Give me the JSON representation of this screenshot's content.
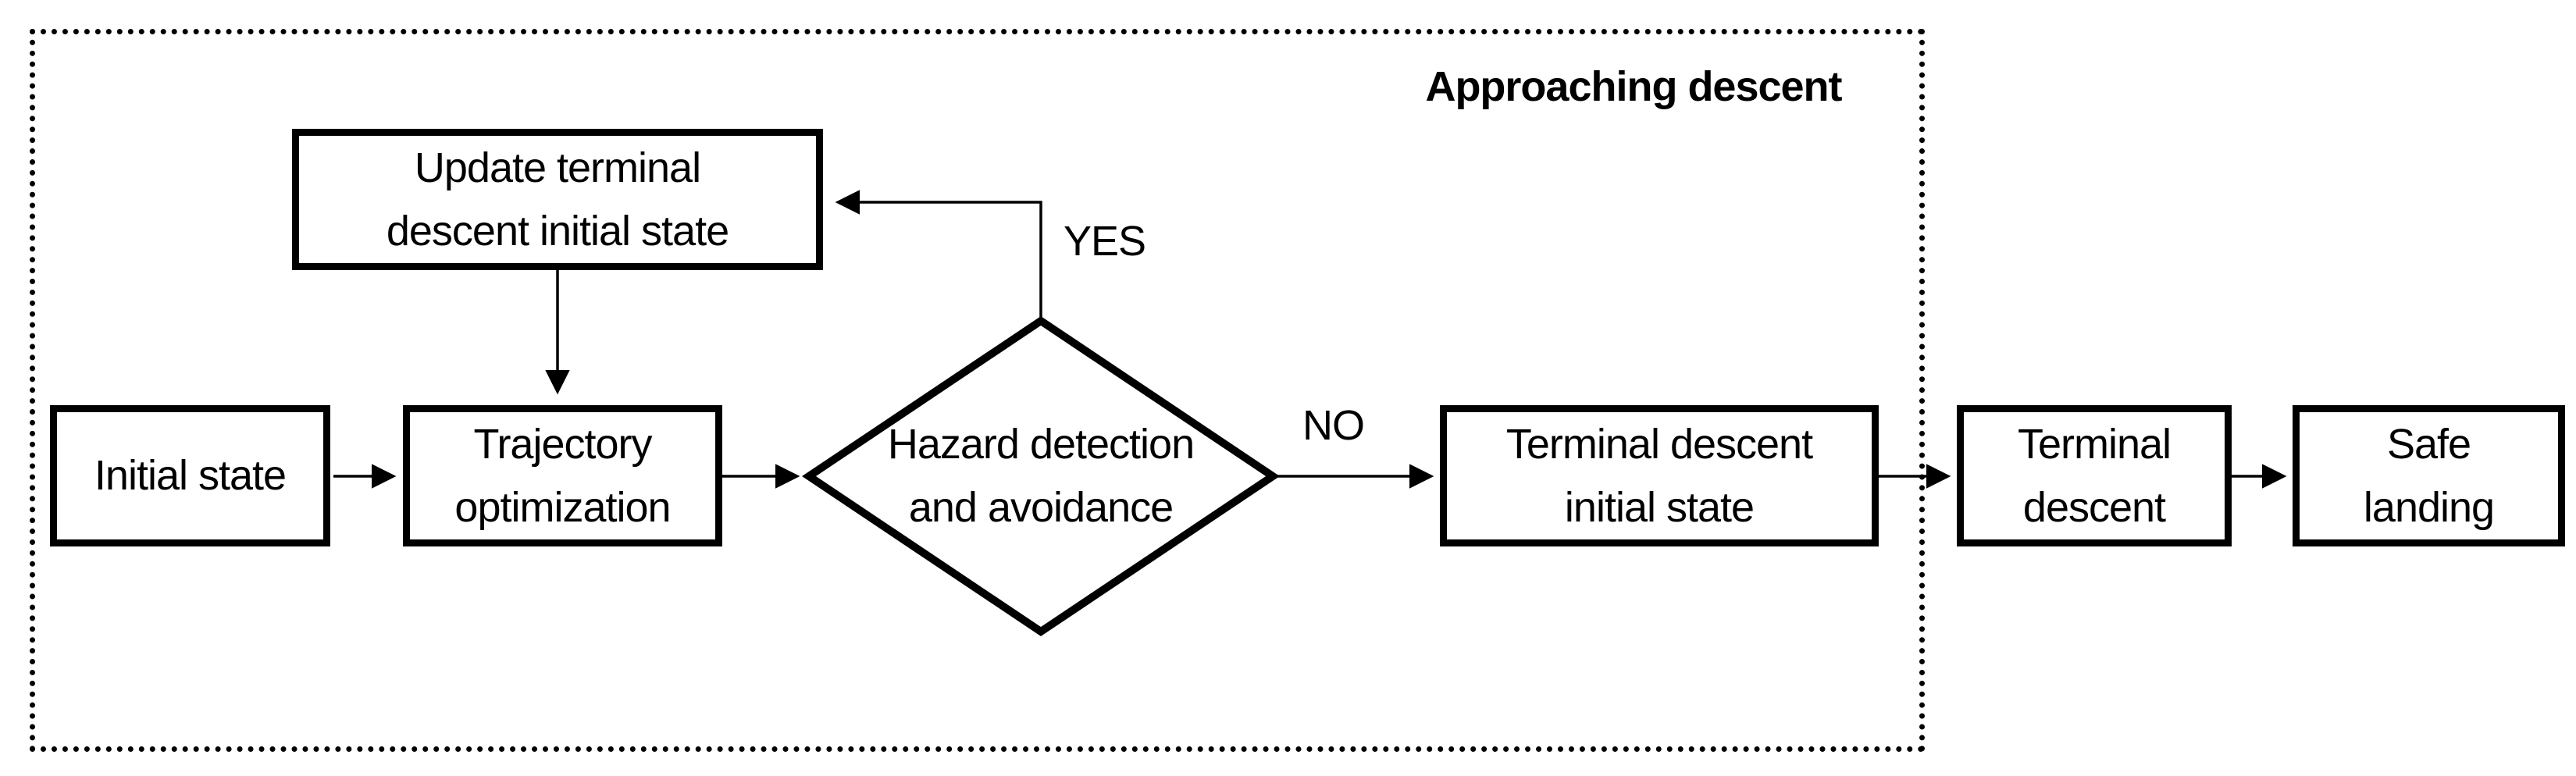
{
  "diagram": {
    "type": "flowchart",
    "region_title": "Approaching descent",
    "colors": {
      "ink": "#000000",
      "background": "#ffffff"
    },
    "nodes": {
      "initial_state": {
        "label": "Initial state",
        "shape": "rect"
      },
      "trajectory_optimization": {
        "label": "Trajectory\noptimization",
        "shape": "rect"
      },
      "hazard_detection": {
        "label": "Hazard detection\nand avoidance",
        "shape": "diamond"
      },
      "update_terminal": {
        "label": "Update terminal\ndescent initial state",
        "shape": "rect"
      },
      "terminal_descent_initial_state": {
        "label": "Terminal descent\ninitial state",
        "shape": "rect"
      },
      "terminal_descent": {
        "label": "Terminal\ndescent",
        "shape": "rect"
      },
      "safe_landing": {
        "label": "Safe\nlanding",
        "shape": "rect"
      }
    },
    "edge_labels": {
      "yes": "YES",
      "no": "NO"
    },
    "edges": [
      {
        "from": "initial_state",
        "to": "trajectory_optimization",
        "label": ""
      },
      {
        "from": "trajectory_optimization",
        "to": "hazard_detection",
        "label": ""
      },
      {
        "from": "hazard_detection",
        "to": "update_terminal",
        "label": "YES"
      },
      {
        "from": "update_terminal",
        "to": "trajectory_optimization",
        "label": ""
      },
      {
        "from": "hazard_detection",
        "to": "terminal_descent_initial_state",
        "label": "NO"
      },
      {
        "from": "terminal_descent_initial_state",
        "to": "terminal_descent",
        "label": ""
      },
      {
        "from": "terminal_descent",
        "to": "safe_landing",
        "label": ""
      }
    ]
  }
}
